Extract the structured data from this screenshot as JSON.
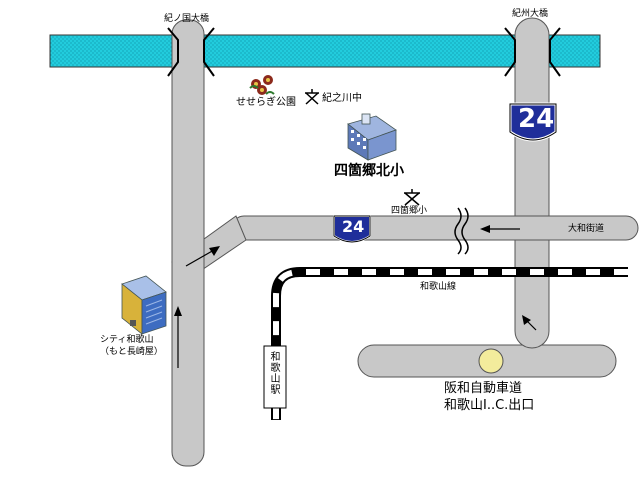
{
  "map": {
    "colors": {
      "river": "#22ccdd",
      "road": "#c8c8c8",
      "road_edge": "#555555",
      "route_shield": "#1f2e9a",
      "ic_marker": "#f3ec9c"
    },
    "bridges": {
      "west": "紀ノ国大橋",
      "east": "紀州大橋"
    },
    "park": {
      "name": "せせらぎ公園",
      "icon": "flower-icon"
    },
    "schools": [
      {
        "name": "紀之川中",
        "icon": "school-symbol-icon"
      },
      {
        "name": "四箇郷小",
        "icon": "school-symbol-icon"
      }
    ],
    "target": {
      "name": "四箇郷北小",
      "icon": "school-building-icon"
    },
    "route_number": "24",
    "road_names": {
      "yamato": "大和街道"
    },
    "railway": {
      "line": "和歌山線",
      "station": "和歌山駅"
    },
    "landmark": {
      "name_line1": "シティ和歌山",
      "name_line2": "（もと長崎屋）",
      "icon": "building-icon"
    },
    "highway": {
      "line1": "阪和自動車道",
      "line2": "和歌山I..C.出口"
    }
  }
}
